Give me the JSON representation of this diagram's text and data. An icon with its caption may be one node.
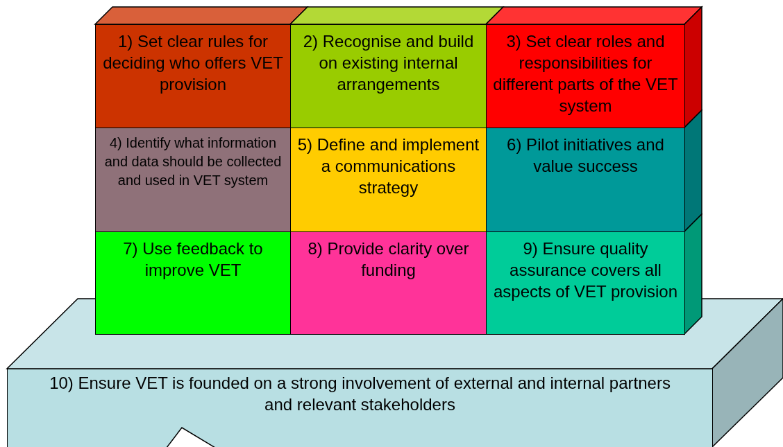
{
  "diagram": {
    "nodes": [
      {
        "text": [
          "1) Set clear rules for deciding who offers VET provision"
        ]
      },
      {
        "text": [
          "2) Recognise and build on existing internal arrangements"
        ]
      },
      {
        "text": [
          "3) Set clear roles and responsibilities for different parts of the VET system"
        ]
      },
      {
        "text": [
          "4) Identify what information and data should be collected and used in VET system"
        ]
      },
      {
        "text": [
          "5) Define and implement a communications strategy"
        ]
      },
      {
        "text": [
          "6) Pilot initiatives and value success"
        ]
      },
      {
        "text": [
          "7) Use feedback to improve VET"
        ]
      },
      {
        "text": [
          "8) Provide clarity over funding"
        ]
      },
      {
        "text": [
          "9) Ensure quality assurance covers all aspects of VET provision"
        ]
      },
      {
        "text": [
          "10) Ensure VET is founded on a strong involvement of external and internal partners and relevant stakeholders"
        ]
      }
    ]
  }
}
